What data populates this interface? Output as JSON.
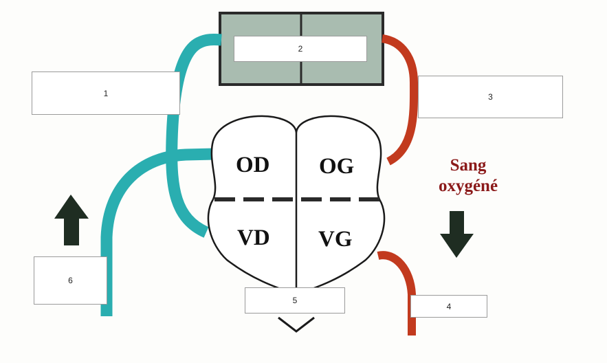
{
  "labels": [
    "1",
    "2",
    "3",
    "4",
    "5",
    "6"
  ],
  "chambers": {
    "od": "OD",
    "og": "OG",
    "vd": "VD",
    "vg": "VG"
  },
  "sang": {
    "line1": "Sang",
    "line2": "oxygéné"
  },
  "colors": {
    "deoxygenated_vessel": "#2aaeb0",
    "oxygenated_vessel": "#c23a1e",
    "lung_box": "#a9bcb0",
    "arrow": "#1f2d22",
    "annotation_text": "#8b1a1a"
  },
  "icons": [
    "up-arrow-icon",
    "down-arrow-icon",
    "down-chevron-icon"
  ]
}
